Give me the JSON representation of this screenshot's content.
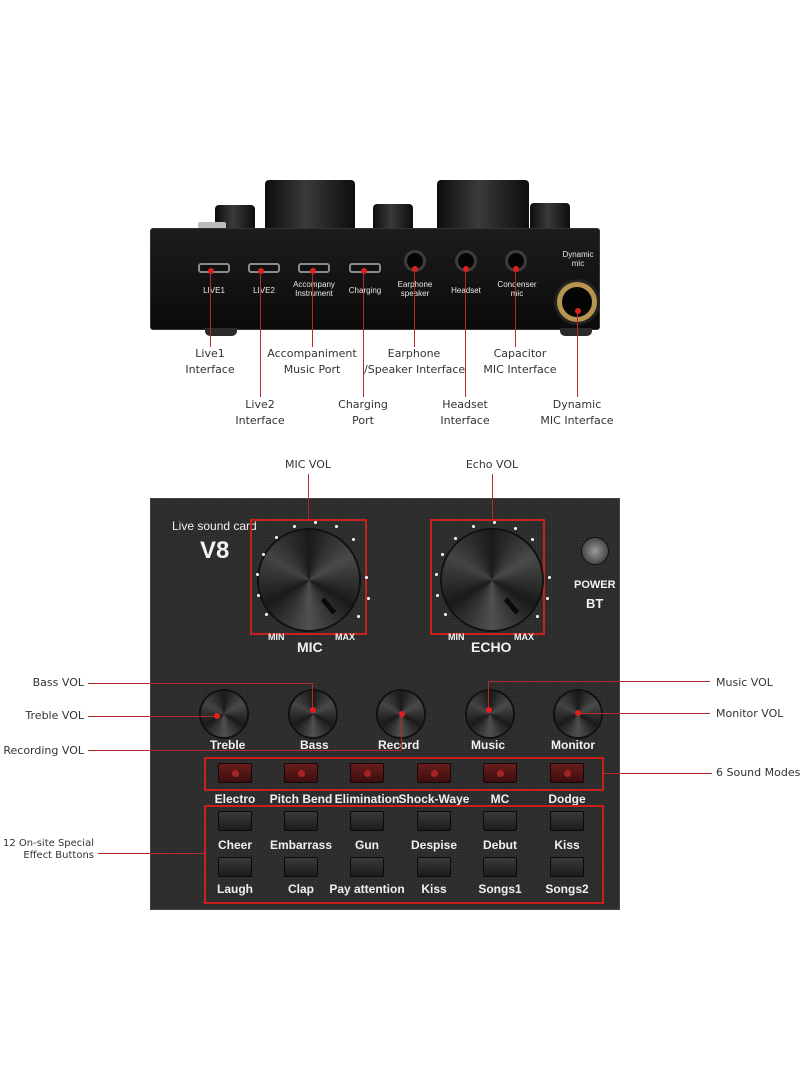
{
  "rear_panel": {
    "ports": [
      {
        "id": "live1",
        "label": "LIVE1",
        "callout": [
          "Live1",
          "Interface"
        ]
      },
      {
        "id": "live2",
        "label": "LIVE2",
        "callout": [
          "Live2",
          "Interface"
        ]
      },
      {
        "id": "accompany",
        "label": [
          "Accompany",
          "Instrument"
        ],
        "callout": [
          "Accompaniment",
          "Music Port"
        ]
      },
      {
        "id": "charging",
        "label": "Charging",
        "callout": [
          "Charging",
          "Port"
        ]
      },
      {
        "id": "earphone",
        "label": [
          "Earphone",
          "speaker"
        ],
        "callout": [
          "Earphone",
          "/Speaker Interface"
        ]
      },
      {
        "id": "headset",
        "label": "Headset",
        "callout": [
          "Headset",
          "Interface"
        ]
      },
      {
        "id": "condenser",
        "label": [
          "Condenser",
          "mic"
        ],
        "callout": [
          "Capacitor",
          "MIC Interface"
        ]
      },
      {
        "id": "dynamic",
        "label": [
          "Dynamic",
          "mic"
        ],
        "callout": [
          "Dynamic",
          "MIC Interface"
        ]
      }
    ]
  },
  "front_panel": {
    "brand": "Live sound card",
    "model": "V8",
    "power_label": "POWER",
    "bt_label": "BT",
    "big_knobs": [
      {
        "label": "MIC",
        "min": "MIN",
        "max": "MAX",
        "callout": "MIC VOL"
      },
      {
        "label": "ECHO",
        "min": "MIN",
        "max": "MAX",
        "callout": "Echo VOL"
      }
    ],
    "small_knobs": [
      {
        "label": "Treble",
        "callout": "Treble VOL"
      },
      {
        "label": "Bass",
        "callout": "Bass VOL"
      },
      {
        "label": "Record",
        "callout": "Recording VOL"
      },
      {
        "label": "Music",
        "callout": "Music VOL"
      },
      {
        "label": "Monitor",
        "callout": "Monitor VOL"
      }
    ],
    "sound_modes": {
      "callout": "6 Sound Modes",
      "buttons": [
        "Electro",
        "Pitch Bend",
        "Elimination",
        "Shock-Waye",
        "MC",
        "Dodge"
      ]
    },
    "effects": {
      "callout": [
        "12 On-site Special",
        "Effect Buttons"
      ],
      "row1": [
        "Cheer",
        "Embarrass",
        "Gun",
        "Despise",
        "Debut",
        "Kiss"
      ],
      "row2": [
        "Laugh",
        "Clap",
        "Pay attention",
        "Kiss",
        "Songs1",
        "Songs2"
      ]
    }
  },
  "colors": {
    "callout_line": "#b22a2a",
    "highlight_box": "#c8201d",
    "device_body": "#2b2b2b"
  }
}
